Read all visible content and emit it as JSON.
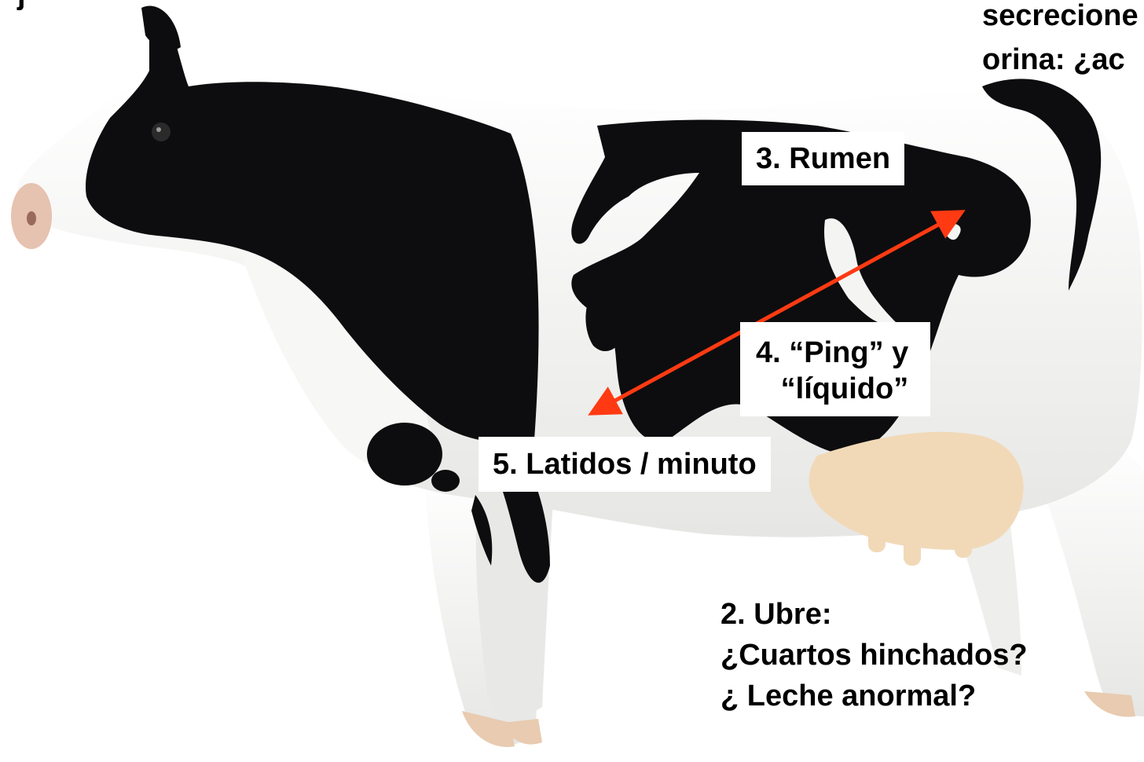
{
  "labels": {
    "left_fragment": "j",
    "top_right": "secrecione\norina: ¿ac",
    "rumen": "3. Rumen",
    "ping": "4. “Ping” y\n   “líquido”",
    "latidos": "5. Latidos / minuto",
    "ubre": "2. Ubre:\n¿Cuartos hinchados?\n¿ Leche anormal?"
  },
  "colors": {
    "arrow": "#ff3a12",
    "cow_black": "#0d0d0f",
    "cow_white": "#f4f4f2",
    "udder": "#f1d9b8",
    "muzzle": "#e6c2b0",
    "hoof": "#e8cbb0"
  },
  "icons": {
    "cow": "holstein-cow-figure",
    "arrow": "double-headed-arrow"
  }
}
